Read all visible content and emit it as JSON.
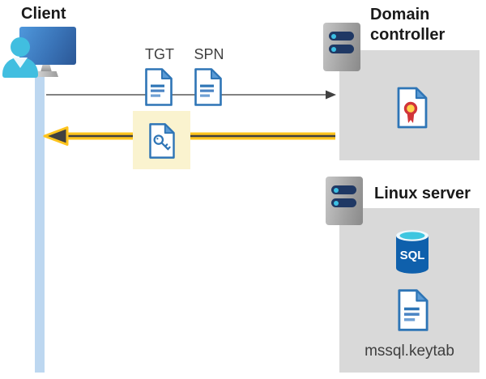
{
  "nodes": {
    "client": {
      "label": "Client",
      "icon": "user-at-monitor-icon"
    },
    "domain_controller": {
      "label": "Domain controller",
      "icon": "server-icon",
      "contents": [
        {
          "icon": "certificate-icon"
        }
      ]
    },
    "linux_server": {
      "label": "Linux server",
      "icon": "server-icon",
      "contents": [
        {
          "icon": "sql-database-icon",
          "label": "SQL"
        },
        {
          "icon": "document-icon",
          "label": "mssql.keytab"
        }
      ]
    }
  },
  "flows": {
    "request": {
      "labels": [
        "TGT",
        "SPN"
      ],
      "icons": [
        "document-icon",
        "document-icon"
      ],
      "direction": "left-to-right",
      "color": "#595959"
    },
    "response": {
      "icon": "key-document-icon",
      "direction": "right-to-left",
      "color": "#ffc41d",
      "highlight_color": "#faf3cf"
    }
  },
  "colors": {
    "background": "#ffffff",
    "node_box": "#d9d9d9",
    "lifeline": "#bdd7f0",
    "doc_border": "#2e75b6",
    "doc_fold": "#5b9bd5",
    "accent_yellow": "#ffc41d",
    "arrow_gray": "#595959",
    "seal_red": "#d13438",
    "seal_yellow": "#ffd24c",
    "sql_blue": "#0f60ac",
    "sql_cyan": "#3ec6e0",
    "person_cyan": "#41bee0",
    "server_bar_navy": "#1f3864",
    "text_dark": "#1a1a1a"
  }
}
